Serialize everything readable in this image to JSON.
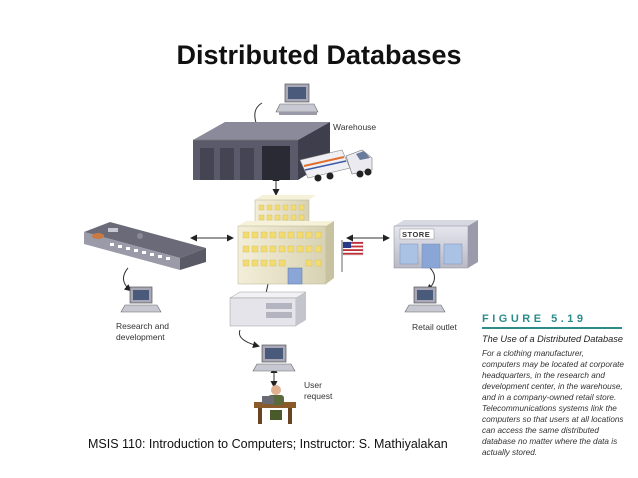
{
  "slide": {
    "title": "Distributed Databases",
    "footer": "MSIS 110:  Introduction to Computers;  Instructor: S. Mathiyalakan"
  },
  "diagram": {
    "nodes": {
      "warehouse": "Warehouse",
      "research": "Research and development",
      "retail": "Retail outlet",
      "store_sign": "STORE",
      "user": "User request"
    }
  },
  "figure": {
    "heading": "FIGURE 5.19",
    "caption_title": "The Use of a Distributed Database",
    "caption_body": "For a clothing manufacturer, computers may be located at corporate headquarters, in the research and development center, in the warehouse, and in a company-owned retail store. Telecommunications systems link the computers so that users at all locations can access the same distributed database no matter where the data is actually stored."
  },
  "colors": {
    "accent": "#2e8b8b",
    "building_dark": "#555566",
    "building_light": "#dcdce4",
    "window_yellow": "#f2dc72",
    "arrow": "#222222"
  }
}
